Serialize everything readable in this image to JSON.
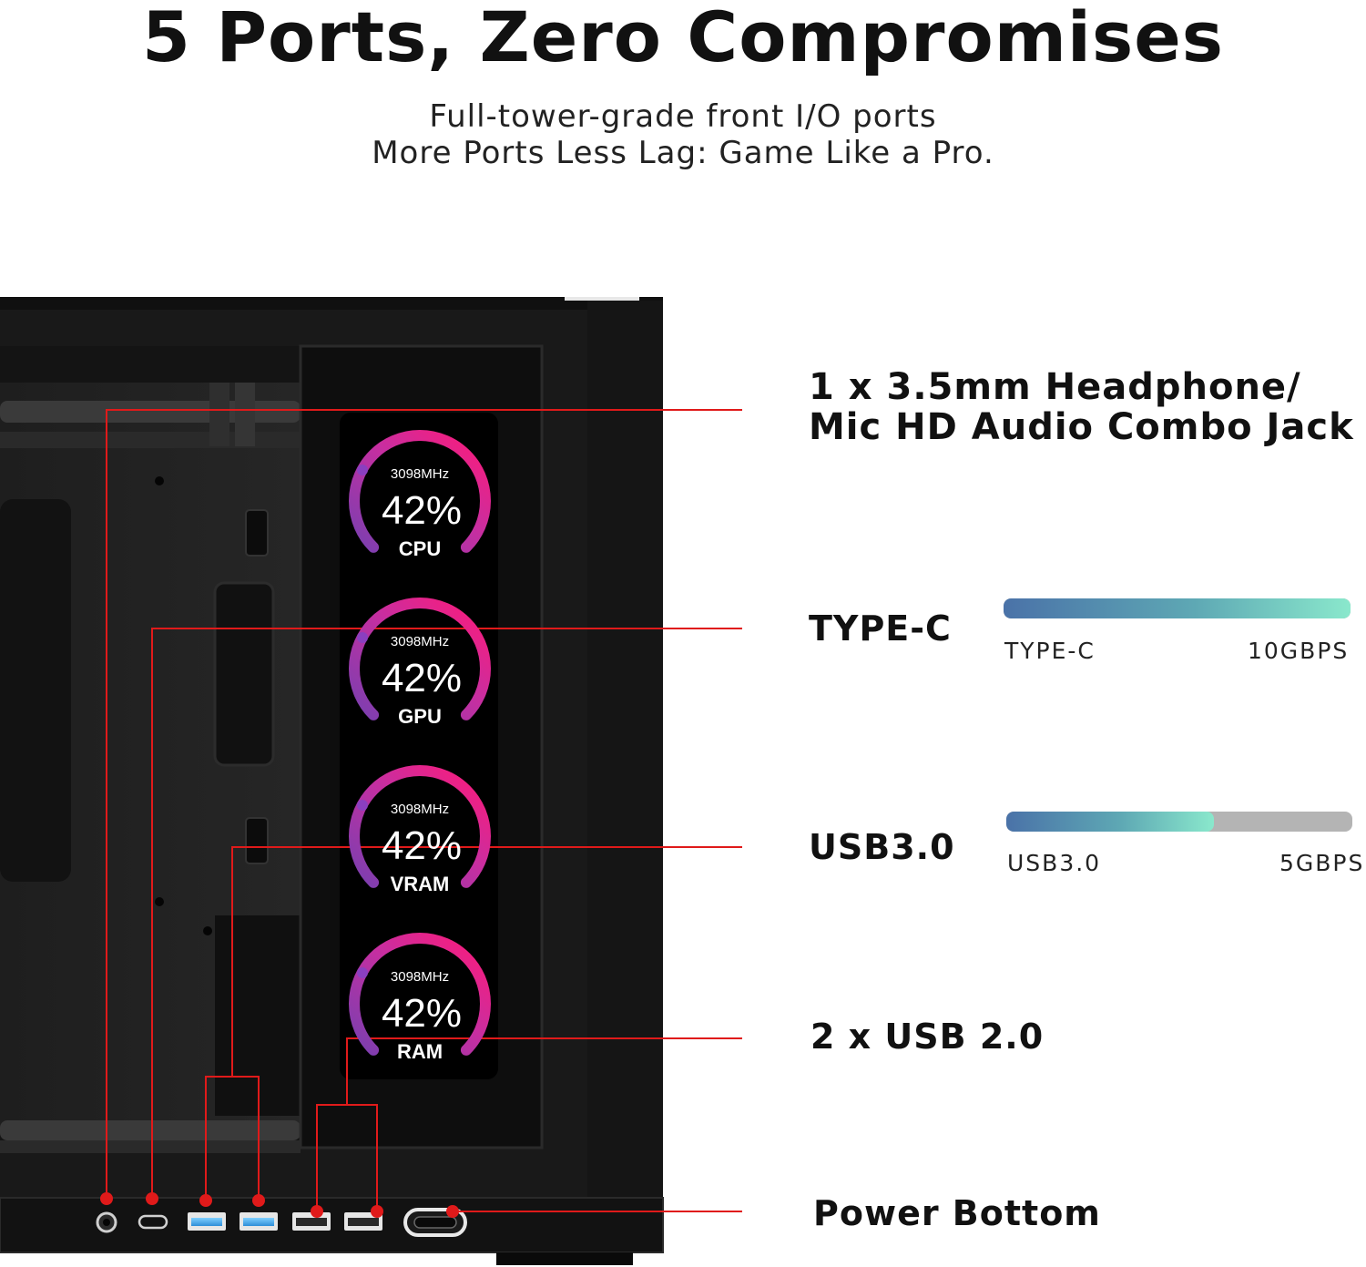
{
  "heading": {
    "title": "5 Ports, Zero Compromises",
    "subtitle_line1": "Full-tower-grade front I/O ports",
    "subtitle_line2": "More Ports Less Lag: Game Like a Pro."
  },
  "callouts": {
    "audio_line1": "1 x 3.5mm Headphone/",
    "audio_line2": "Mic HD Audio Combo Jack",
    "typec": "TYPE-C",
    "usb3": "USB3.0",
    "usb2": "2 x USB 2.0",
    "power": "Power Bottom"
  },
  "speed_bars": [
    {
      "label": "TYPE-C",
      "value": "10GBPS",
      "fill": 1.0
    },
    {
      "label": "USB3.0",
      "value": "5GBPS",
      "fill": 0.6
    }
  ],
  "monitor": {
    "gauges": [
      {
        "freq": "3098MHz",
        "percent": "42%",
        "name": "CPU"
      },
      {
        "freq": "3098MHz",
        "percent": "42%",
        "name": "GPU"
      },
      {
        "freq": "3098MHz",
        "percent": "42%",
        "name": "VRAM"
      },
      {
        "freq": "3098MHz",
        "percent": "42%",
        "name": "RAM"
      }
    ]
  },
  "colors": {
    "leader_line": "#e01a1a",
    "gauge_start": "#7a3fb0",
    "gauge_end": "#ff1a78",
    "case_body": "#1c1c1c"
  },
  "icons": [
    "audio-jack-icon",
    "usb-c-port-icon",
    "usb3-port-icon",
    "usb2-port-icon",
    "power-button-icon"
  ]
}
